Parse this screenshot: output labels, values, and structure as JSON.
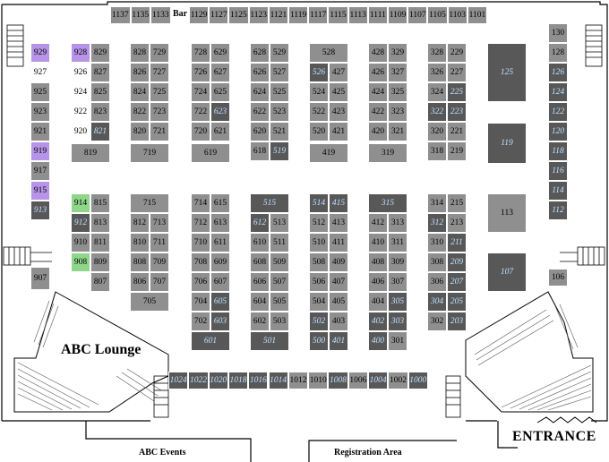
{
  "labels": {
    "bar": "Bar",
    "lounge": "ABC Lounge",
    "entrance": "ENTRANCE",
    "events": "ABC Events",
    "registration": "Registration Area"
  },
  "booths": [
    {
      "id": "1137",
      "s": "gray"
    },
    {
      "id": "1135",
      "s": "gray"
    },
    {
      "id": "1133",
      "s": "gray"
    },
    {
      "id": "1129",
      "s": "gray"
    },
    {
      "id": "1127",
      "s": "gray"
    },
    {
      "id": "1125",
      "s": "gray"
    },
    {
      "id": "1123",
      "s": "gray"
    },
    {
      "id": "1121",
      "s": "gray"
    },
    {
      "id": "1119",
      "s": "gray"
    },
    {
      "id": "1117",
      "s": "gray"
    },
    {
      "id": "1115",
      "s": "gray"
    },
    {
      "id": "1113",
      "s": "gray"
    },
    {
      "id": "1111",
      "s": "gray"
    },
    {
      "id": "1109",
      "s": "gray"
    },
    {
      "id": "1107",
      "s": "gray"
    },
    {
      "id": "1105",
      "s": "gray"
    },
    {
      "id": "1103",
      "s": "gray"
    },
    {
      "id": "1101",
      "s": "gray"
    },
    {
      "id": "929",
      "s": "purple"
    },
    {
      "id": "927",
      "s": "white"
    },
    {
      "id": "925",
      "s": "gray"
    },
    {
      "id": "923",
      "s": "gray"
    },
    {
      "id": "921",
      "s": "gray"
    },
    {
      "id": "919",
      "s": "purple"
    },
    {
      "id": "917",
      "s": "gray"
    },
    {
      "id": "915",
      "s": "purple"
    },
    {
      "id": "913",
      "s": "dark"
    },
    {
      "id": "907",
      "s": "gray"
    },
    {
      "id": "928",
      "s": "purple"
    },
    {
      "id": "926",
      "s": "white"
    },
    {
      "id": "924",
      "s": "white"
    },
    {
      "id": "922",
      "s": "white"
    },
    {
      "id": "920",
      "s": "white"
    },
    {
      "id": "829",
      "s": "gray"
    },
    {
      "id": "827",
      "s": "gray"
    },
    {
      "id": "825",
      "s": "gray"
    },
    {
      "id": "823",
      "s": "gray"
    },
    {
      "id": "821",
      "s": "dark"
    },
    {
      "id": "819",
      "s": "gray"
    },
    {
      "id": "914",
      "s": "green"
    },
    {
      "id": "912",
      "s": "dark"
    },
    {
      "id": "910",
      "s": "gray"
    },
    {
      "id": "908",
      "s": "green"
    },
    {
      "id": "815",
      "s": "gray"
    },
    {
      "id": "813",
      "s": "gray"
    },
    {
      "id": "811",
      "s": "gray"
    },
    {
      "id": "809",
      "s": "gray"
    },
    {
      "id": "807",
      "s": "gray"
    },
    {
      "id": "828",
      "s": "gray"
    },
    {
      "id": "826",
      "s": "gray"
    },
    {
      "id": "824",
      "s": "gray"
    },
    {
      "id": "822",
      "s": "gray"
    },
    {
      "id": "820",
      "s": "gray"
    },
    {
      "id": "729",
      "s": "gray"
    },
    {
      "id": "727",
      "s": "gray"
    },
    {
      "id": "725",
      "s": "gray"
    },
    {
      "id": "723",
      "s": "gray"
    },
    {
      "id": "721",
      "s": "gray"
    },
    {
      "id": "719",
      "s": "gray"
    },
    {
      "id": "715",
      "s": "gray"
    },
    {
      "id": "812",
      "s": "gray"
    },
    {
      "id": "713",
      "s": "gray"
    },
    {
      "id": "810",
      "s": "gray"
    },
    {
      "id": "711",
      "s": "gray"
    },
    {
      "id": "808",
      "s": "gray"
    },
    {
      "id": "709",
      "s": "gray"
    },
    {
      "id": "806",
      "s": "gray"
    },
    {
      "id": "707",
      "s": "gray"
    },
    {
      "id": "705",
      "s": "gray"
    },
    {
      "id": "728",
      "s": "gray"
    },
    {
      "id": "726",
      "s": "gray"
    },
    {
      "id": "724",
      "s": "gray"
    },
    {
      "id": "722",
      "s": "gray"
    },
    {
      "id": "720",
      "s": "gray"
    },
    {
      "id": "629",
      "s": "gray"
    },
    {
      "id": "627",
      "s": "gray"
    },
    {
      "id": "625",
      "s": "gray"
    },
    {
      "id": "623",
      "s": "dark"
    },
    {
      "id": "621",
      "s": "gray"
    },
    {
      "id": "619",
      "s": "gray"
    },
    {
      "id": "714",
      "s": "gray"
    },
    {
      "id": "712",
      "s": "gray"
    },
    {
      "id": "710",
      "s": "gray"
    },
    {
      "id": "708",
      "s": "gray"
    },
    {
      "id": "706",
      "s": "gray"
    },
    {
      "id": "704",
      "s": "gray"
    },
    {
      "id": "702",
      "s": "gray"
    },
    {
      "id": "615",
      "s": "gray"
    },
    {
      "id": "613",
      "s": "gray"
    },
    {
      "id": "611",
      "s": "gray"
    },
    {
      "id": "609",
      "s": "gray"
    },
    {
      "id": "607",
      "s": "gray"
    },
    {
      "id": "605",
      "s": "dark"
    },
    {
      "id": "603",
      "s": "dark"
    },
    {
      "id": "601",
      "s": "dark"
    },
    {
      "id": "628",
      "s": "gray"
    },
    {
      "id": "626",
      "s": "gray"
    },
    {
      "id": "624",
      "s": "gray"
    },
    {
      "id": "622",
      "s": "gray"
    },
    {
      "id": "620",
      "s": "gray"
    },
    {
      "id": "618",
      "s": "gray"
    },
    {
      "id": "529",
      "s": "gray"
    },
    {
      "id": "527",
      "s": "gray"
    },
    {
      "id": "525",
      "s": "gray"
    },
    {
      "id": "523",
      "s": "gray"
    },
    {
      "id": "521",
      "s": "gray"
    },
    {
      "id": "519",
      "s": "dark"
    },
    {
      "id": "515",
      "s": "dark"
    },
    {
      "id": "612",
      "s": "dark"
    },
    {
      "id": "610",
      "s": "gray"
    },
    {
      "id": "608",
      "s": "gray"
    },
    {
      "id": "606",
      "s": "gray"
    },
    {
      "id": "604",
      "s": "gray"
    },
    {
      "id": "602",
      "s": "gray"
    },
    {
      "id": "513",
      "s": "gray"
    },
    {
      "id": "511",
      "s": "gray"
    },
    {
      "id": "509",
      "s": "gray"
    },
    {
      "id": "507",
      "s": "gray"
    },
    {
      "id": "505",
      "s": "gray"
    },
    {
      "id": "503",
      "s": "gray"
    },
    {
      "id": "501",
      "s": "dark"
    },
    {
      "id": "528",
      "s": "gray"
    },
    {
      "id": "526",
      "s": "dark"
    },
    {
      "id": "524",
      "s": "gray"
    },
    {
      "id": "522",
      "s": "gray"
    },
    {
      "id": "520",
      "s": "gray"
    },
    {
      "id": "427",
      "s": "gray"
    },
    {
      "id": "425",
      "s": "gray"
    },
    {
      "id": "423",
      "s": "gray"
    },
    {
      "id": "421",
      "s": "gray"
    },
    {
      "id": "419",
      "s": "gray"
    },
    {
      "id": "514",
      "s": "dark"
    },
    {
      "id": "512",
      "s": "gray"
    },
    {
      "id": "510",
      "s": "gray"
    },
    {
      "id": "508",
      "s": "gray"
    },
    {
      "id": "506",
      "s": "gray"
    },
    {
      "id": "504",
      "s": "gray"
    },
    {
      "id": "502",
      "s": "dark"
    },
    {
      "id": "500",
      "s": "dark"
    },
    {
      "id": "415",
      "s": "dark"
    },
    {
      "id": "413",
      "s": "gray"
    },
    {
      "id": "411",
      "s": "gray"
    },
    {
      "id": "409",
      "s": "gray"
    },
    {
      "id": "407",
      "s": "gray"
    },
    {
      "id": "405",
      "s": "gray"
    },
    {
      "id": "403",
      "s": "gray"
    },
    {
      "id": "401",
      "s": "dark"
    },
    {
      "id": "428",
      "s": "gray"
    },
    {
      "id": "426",
      "s": "gray"
    },
    {
      "id": "424",
      "s": "gray"
    },
    {
      "id": "422",
      "s": "gray"
    },
    {
      "id": "420",
      "s": "gray"
    },
    {
      "id": "329",
      "s": "gray"
    },
    {
      "id": "327",
      "s": "gray"
    },
    {
      "id": "325",
      "s": "gray"
    },
    {
      "id": "323",
      "s": "gray"
    },
    {
      "id": "321",
      "s": "gray"
    },
    {
      "id": "319",
      "s": "gray"
    },
    {
      "id": "315",
      "s": "dark"
    },
    {
      "id": "412",
      "s": "gray"
    },
    {
      "id": "410",
      "s": "gray"
    },
    {
      "id": "408",
      "s": "gray"
    },
    {
      "id": "406",
      "s": "gray"
    },
    {
      "id": "404",
      "s": "gray"
    },
    {
      "id": "402",
      "s": "dark"
    },
    {
      "id": "400",
      "s": "dark"
    },
    {
      "id": "313",
      "s": "gray"
    },
    {
      "id": "311",
      "s": "gray"
    },
    {
      "id": "309",
      "s": "gray"
    },
    {
      "id": "307",
      "s": "gray"
    },
    {
      "id": "305",
      "s": "dark"
    },
    {
      "id": "303",
      "s": "dark"
    },
    {
      "id": "301",
      "s": "gray"
    },
    {
      "id": "328",
      "s": "gray"
    },
    {
      "id": "326",
      "s": "gray"
    },
    {
      "id": "324",
      "s": "gray"
    },
    {
      "id": "322",
      "s": "dark"
    },
    {
      "id": "320",
      "s": "gray"
    },
    {
      "id": "318",
      "s": "gray"
    },
    {
      "id": "229",
      "s": "gray"
    },
    {
      "id": "227",
      "s": "gray"
    },
    {
      "id": "225",
      "s": "dark"
    },
    {
      "id": "223",
      "s": "dark"
    },
    {
      "id": "221",
      "s": "gray"
    },
    {
      "id": "219",
      "s": "gray"
    },
    {
      "id": "314",
      "s": "gray"
    },
    {
      "id": "312",
      "s": "dark"
    },
    {
      "id": "310",
      "s": "gray"
    },
    {
      "id": "308",
      "s": "gray"
    },
    {
      "id": "306",
      "s": "gray"
    },
    {
      "id": "304",
      "s": "dark"
    },
    {
      "id": "302",
      "s": "gray"
    },
    {
      "id": "215",
      "s": "gray"
    },
    {
      "id": "213",
      "s": "gray"
    },
    {
      "id": "211",
      "s": "dark"
    },
    {
      "id": "209",
      "s": "dark"
    },
    {
      "id": "207",
      "s": "dark"
    },
    {
      "id": "205",
      "s": "dark"
    },
    {
      "id": "203",
      "s": "dark"
    },
    {
      "id": "125",
      "s": "dark"
    },
    {
      "id": "119",
      "s": "dark"
    },
    {
      "id": "113",
      "s": "gray"
    },
    {
      "id": "107",
      "s": "dark"
    },
    {
      "id": "106",
      "s": "gray"
    },
    {
      "id": "130",
      "s": "gray"
    },
    {
      "id": "128",
      "s": "gray"
    },
    {
      "id": "126",
      "s": "dark"
    },
    {
      "id": "124",
      "s": "dark"
    },
    {
      "id": "122",
      "s": "dark"
    },
    {
      "id": "120",
      "s": "dark"
    },
    {
      "id": "118",
      "s": "dark"
    },
    {
      "id": "116",
      "s": "dark"
    },
    {
      "id": "114",
      "s": "dark"
    },
    {
      "id": "112",
      "s": "dark"
    },
    {
      "id": "1024",
      "s": "dark"
    },
    {
      "id": "1022",
      "s": "dark"
    },
    {
      "id": "1020",
      "s": "dark"
    },
    {
      "id": "1018",
      "s": "dark"
    },
    {
      "id": "1016",
      "s": "dark"
    },
    {
      "id": "1014",
      "s": "dark"
    },
    {
      "id": "1012",
      "s": "gray"
    },
    {
      "id": "1010",
      "s": "gray"
    },
    {
      "id": "1008",
      "s": "dark"
    },
    {
      "id": "1006",
      "s": "gray"
    },
    {
      "id": "1004",
      "s": "dark"
    },
    {
      "id": "1002",
      "s": "gray"
    },
    {
      "id": "1000",
      "s": "dark"
    }
  ]
}
